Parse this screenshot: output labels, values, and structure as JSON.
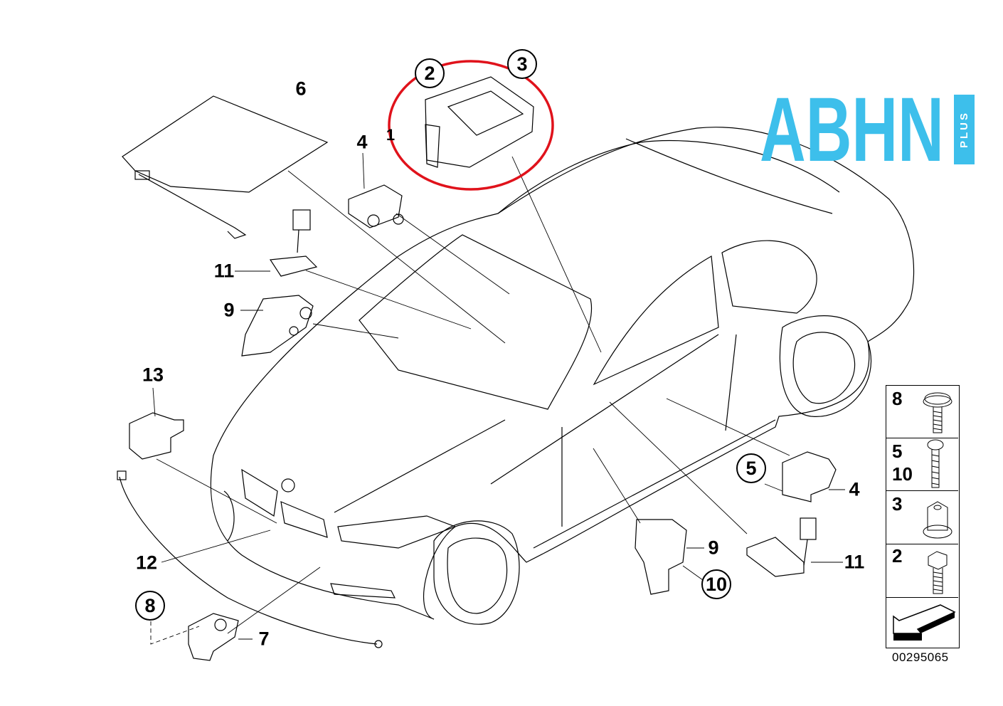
{
  "logo": {
    "main": "ABHN",
    "sub": "PLUS",
    "color": "#3dbfeb"
  },
  "highlight_color": "#e0121b",
  "callouts": {
    "c6": "6",
    "c2": "2",
    "c3": "3",
    "c1": "1",
    "c4a": "4",
    "c11a": "11",
    "c9a": "9",
    "c13": "13",
    "c12": "12",
    "c8": "8",
    "c7": "7",
    "c5": "5",
    "c4b": "4",
    "c9b": "9",
    "c10": "10",
    "c11b": "11"
  },
  "fastener_panel": {
    "rows": [
      {
        "labels": [
          "8"
        ],
        "icon": "washer-screw-icon"
      },
      {
        "labels": [
          "5",
          "10"
        ],
        "icon": "pan-head-bolt-icon"
      },
      {
        "labels": [
          "3"
        ],
        "icon": "flange-nut-icon"
      },
      {
        "labels": [
          "2"
        ],
        "icon": "hex-bolt-icon"
      }
    ],
    "arrow_icon": "direction-arrow-icon"
  },
  "diagram_number": "00295065"
}
